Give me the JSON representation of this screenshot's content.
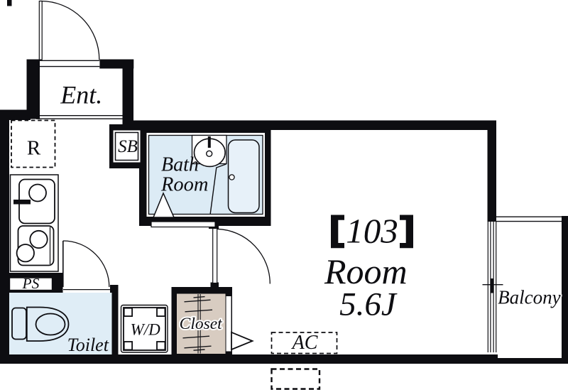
{
  "floorplan": {
    "unit_number": "103",
    "room_name": "Room",
    "room_size": "5.6J",
    "labels": {
      "entrance": "Ent.",
      "refrigerator": "R",
      "shoe_box": "SB",
      "bathroom_line1": "Bath",
      "bathroom_line2": "Room",
      "pipe_space": "PS",
      "toilet": "Toilet",
      "washer_dryer": "W/D",
      "closet": "Closet",
      "air_conditioner": "AC",
      "balcony": "Balcony"
    },
    "colors": {
      "wall": "#0d0d11",
      "bath_floor": "#dcebf5",
      "bathtub": "#e7f1f9",
      "toilet_floor": "#dfedf6",
      "closet_fill": "#d8ccc1",
      "background": "#ffffff"
    }
  }
}
